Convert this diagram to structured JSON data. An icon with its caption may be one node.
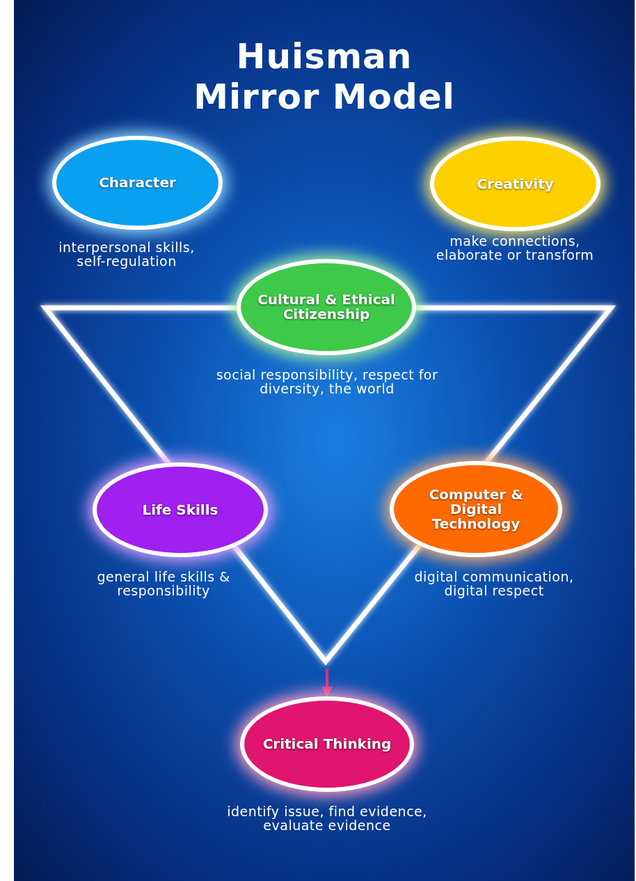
{
  "diagram": {
    "title": "Huisman Mirror Model",
    "nodes": [
      {
        "text": [
          "Character"
        ],
        "beside": [
          "interpersonal skills, self-regulation"
        ]
      },
      {
        "text": [
          "Creativity"
        ],
        "beside": [
          "make connections, elaborate or transform"
        ]
      },
      {
        "text": [
          "Cultural & Ethical Citizenship"
        ],
        "beside": [
          "social responsibility, respect for diversity, the world"
        ]
      },
      {
        "text": [
          "Life Skills"
        ],
        "beside": [
          "general life skills & responsibility"
        ]
      },
      {
        "text": [
          "Computer & Digital Technology"
        ],
        "beside": [
          "digital communication, digital respect"
        ]
      },
      {
        "text": [
          "Critical Thinking"
        ],
        "beside": [
          "identify issue, find evidence, evaluate evidence"
        ]
      }
    ],
    "edges": [
      {
        "from": null,
        "to": 5,
        "arrow": "to",
        "color": "#d8307a"
      }
    ]
  }
}
